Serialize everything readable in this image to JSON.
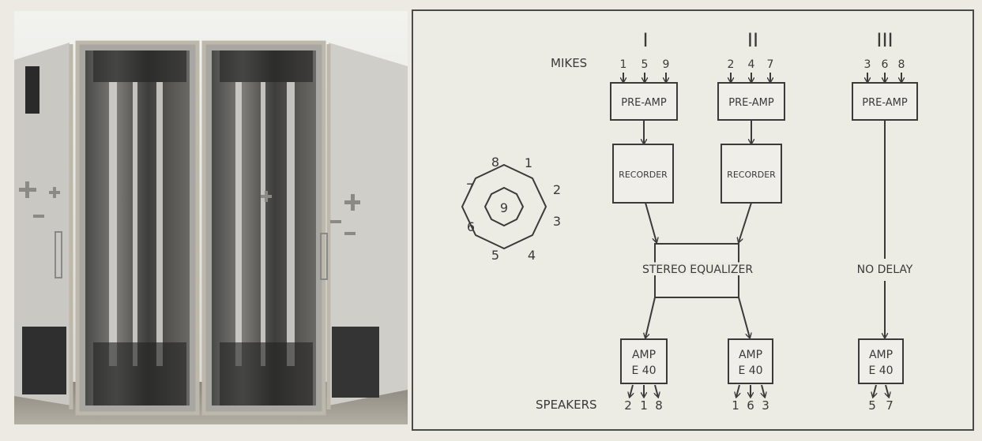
{
  "diagram": {
    "channel_numerals": [
      "I",
      "II",
      "III"
    ],
    "mikes_label": "MIKES",
    "channels": [
      {
        "mikes": [
          "1",
          "5",
          "9"
        ],
        "preamp": "PRE-AMP",
        "recorder": "RECORDER",
        "amp_line1": "AMP",
        "amp_line2": "E 40",
        "speakers": [
          "2",
          "1",
          "8"
        ]
      },
      {
        "mikes": [
          "2",
          "4",
          "7"
        ],
        "preamp": "PRE-AMP",
        "recorder": "RECORDER",
        "amp_line1": "AMP",
        "amp_line2": "E 40",
        "speakers": [
          "1",
          "6",
          "3"
        ]
      },
      {
        "mikes": [
          "3",
          "6",
          "8"
        ],
        "preamp": "PRE-AMP",
        "amp_line1": "AMP",
        "amp_line2": "E 40",
        "speakers": [
          "5",
          "7"
        ]
      }
    ],
    "stereo_equalizer_label": "STEREO EQUALIZER",
    "no_delay_label": "NO DELAY",
    "speakers_label": "SPEAKERS",
    "octagon_numbers": [
      "1",
      "2",
      "3",
      "4",
      "5",
      "6",
      "7",
      "8"
    ],
    "center_number": "9"
  },
  "colors": {
    "ink": "#3a3a3a",
    "paper": "#ecebe4",
    "page": "#eceae3"
  }
}
